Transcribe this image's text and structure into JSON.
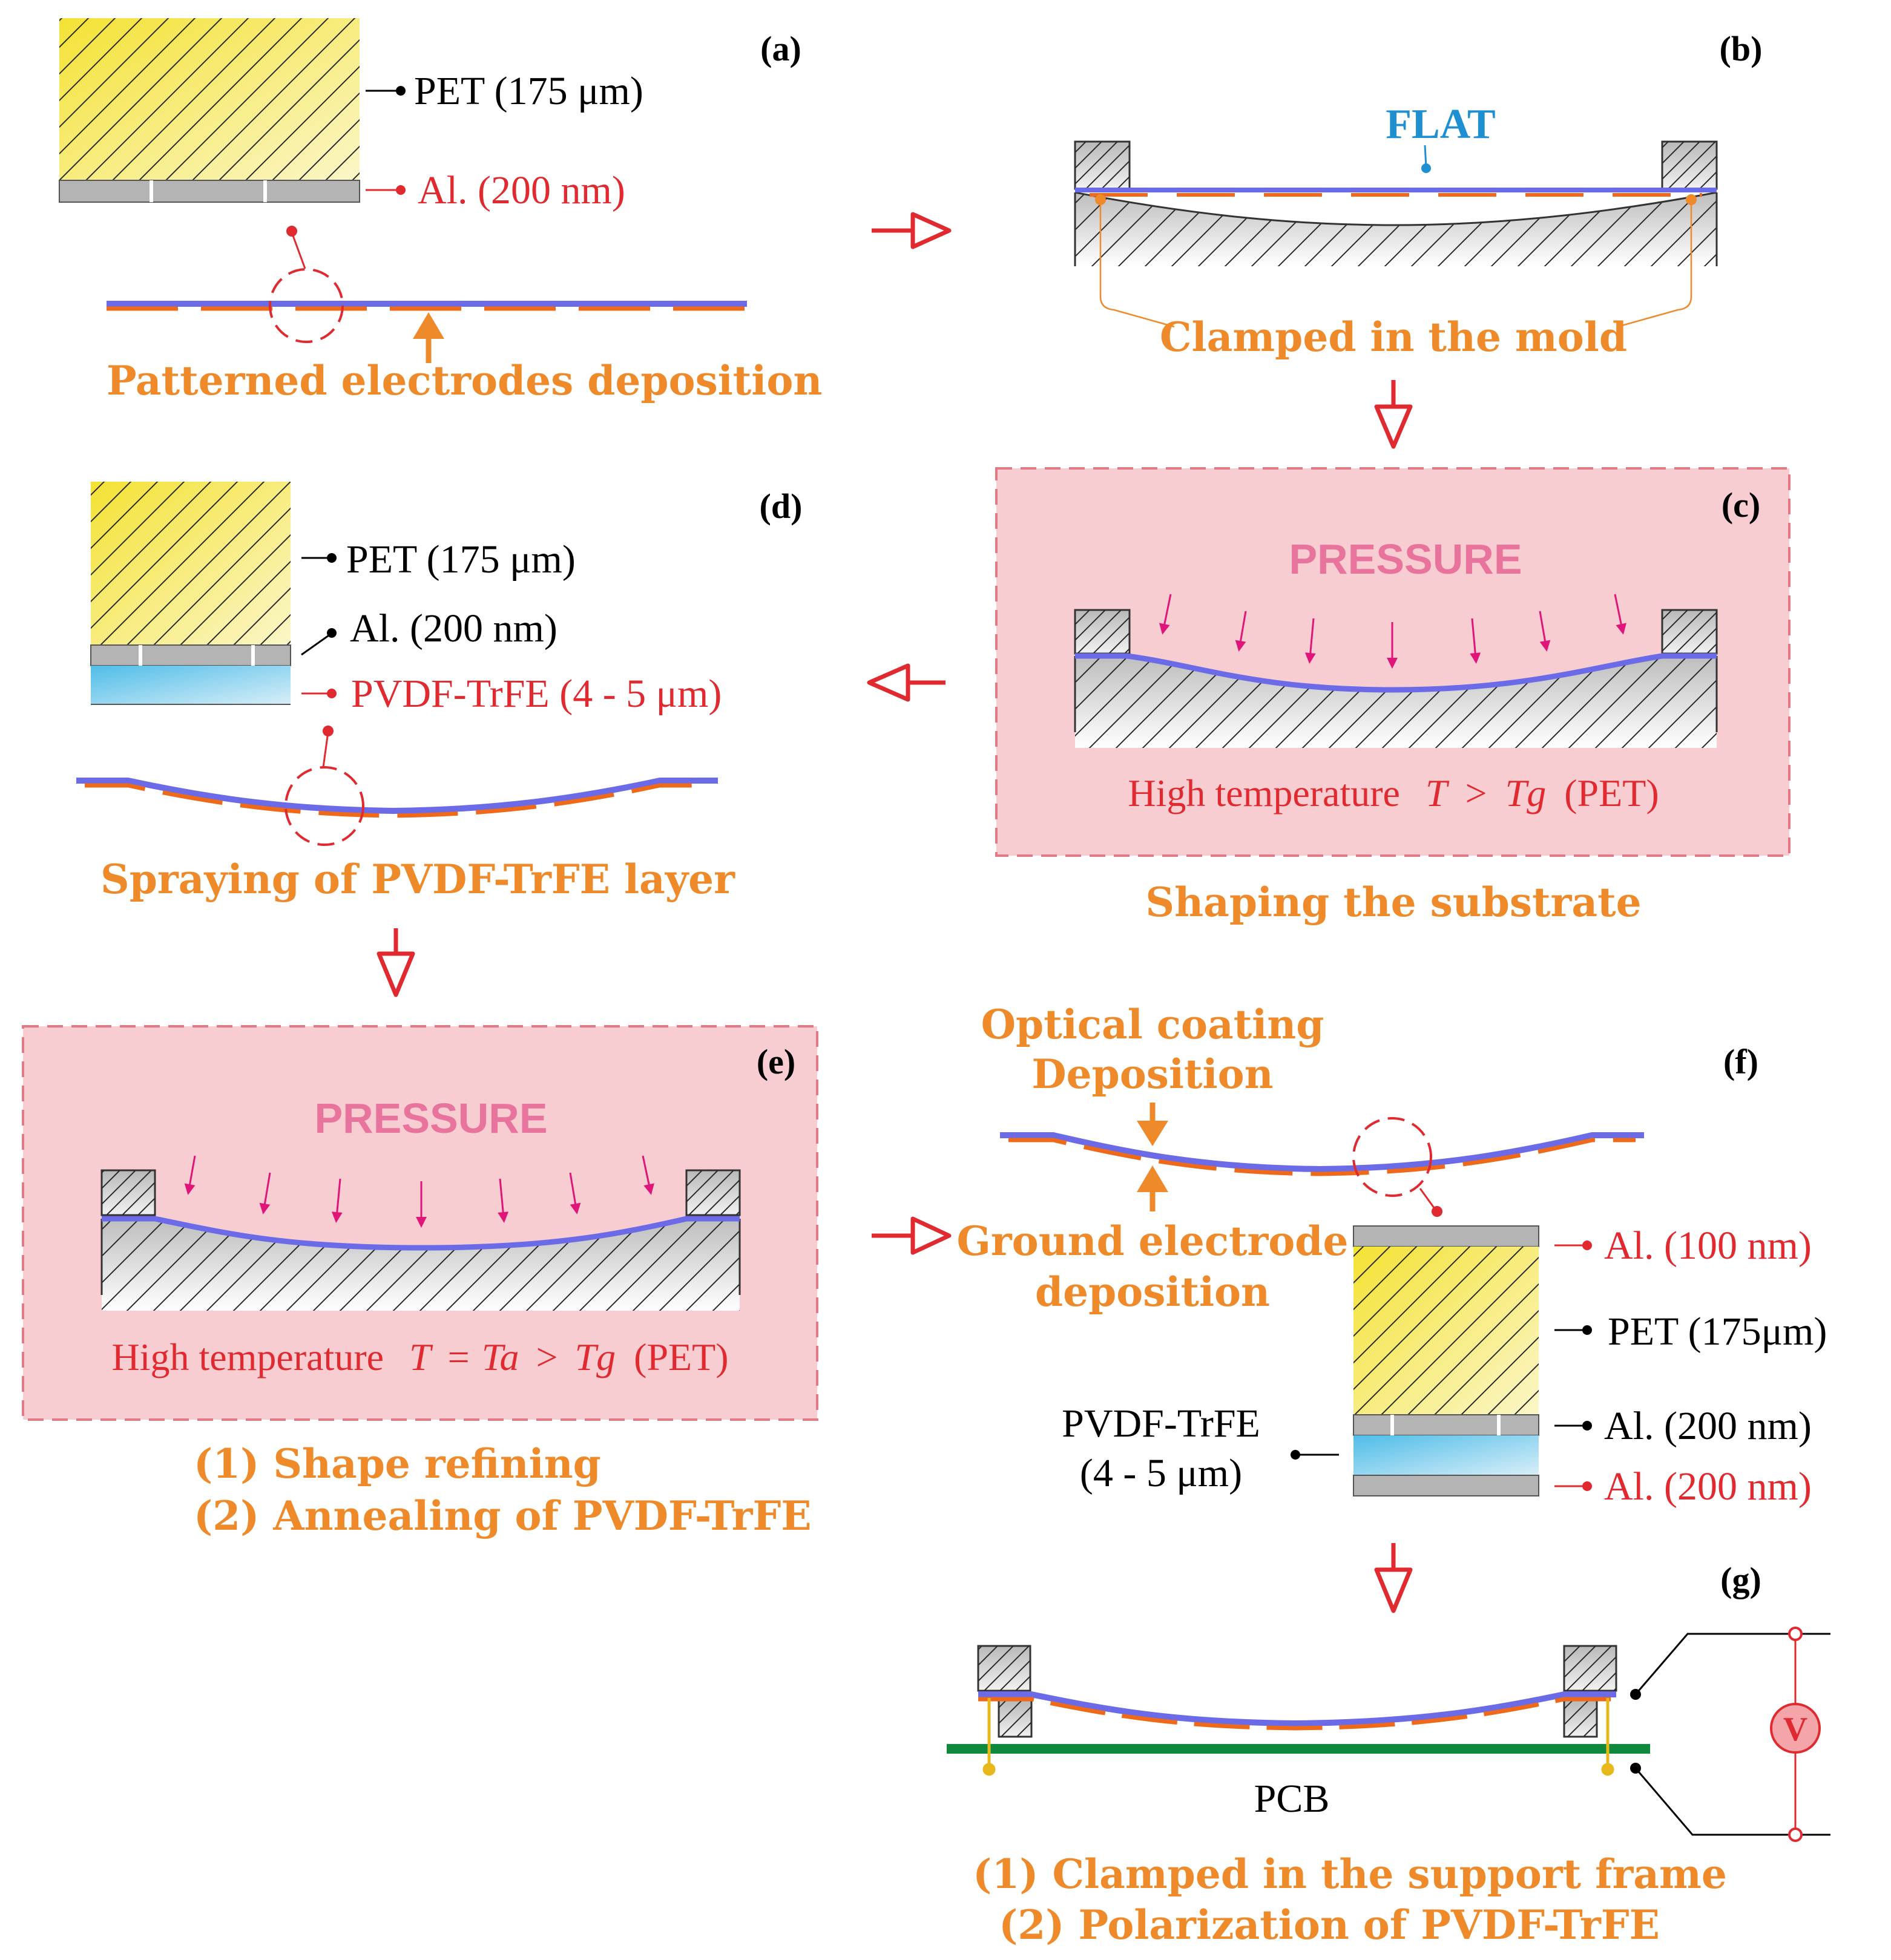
{
  "panels": {
    "a": {
      "label": "(a)",
      "pet": "PET (175 μm)",
      "al": "Al. (200 nm)",
      "caption": "Patterned electrodes deposition"
    },
    "b": {
      "label": "(b)",
      "flat": "FLAT",
      "caption": "Clamped in the mold"
    },
    "c": {
      "label": "(c)",
      "pressure": "PRESSURE",
      "temp": "High temperature",
      "temp_T": "T",
      "temp_op": ">",
      "temp_Tg": "Tg",
      "temp_pet": "(PET)",
      "caption": "Shaping the substrate"
    },
    "d": {
      "label": "(d)",
      "pet": "PET (175 μm)",
      "al": "Al. (200 nm)",
      "pvdf": "PVDF-TrFE (4 - 5 μm)",
      "caption": "Spraying of PVDF-TrFE layer"
    },
    "e": {
      "label": "(e)",
      "pressure": "PRESSURE",
      "temp": "High temperature",
      "temp_T": "T",
      "temp_eq": "=",
      "temp_Ta": "Ta",
      "temp_op": ">",
      "temp_Tg": "Tg",
      "temp_pet": "(PET)",
      "caption_1": "(1) Shape refining",
      "caption_2": "(2) Annealing of PVDF-TrFE"
    },
    "f": {
      "label": "(f)",
      "optical_1": "Optical coating",
      "optical_2": "Deposition",
      "ground_1": "Ground electrode",
      "ground_2": "deposition",
      "al_top": "Al. (100 nm)",
      "pet": "PET (175μm)",
      "al_mid": "Al. (200 nm)",
      "al_bot": "Al. (200 nm)",
      "pvdf_1": "PVDF-TrFE",
      "pvdf_2": "(4 - 5 μm)"
    },
    "g": {
      "label": "(g)",
      "pcb": "PCB",
      "volt": "V",
      "caption_1": "(1) Clamped in the support frame",
      "caption_2": "(2) Polarization of PVDF-TrFE"
    }
  },
  "colors": {
    "orange": "#EE8A2A",
    "red": "#E02A30",
    "blue": "#1E8FD0",
    "pink_text": "#E8749E",
    "magenta_arrow": "#E0157A",
    "film_blue": "#6B6BE8",
    "pcb_green": "#0F8A3C",
    "panel_bg": "#F8CDD2",
    "yellow": "#F4E234"
  }
}
